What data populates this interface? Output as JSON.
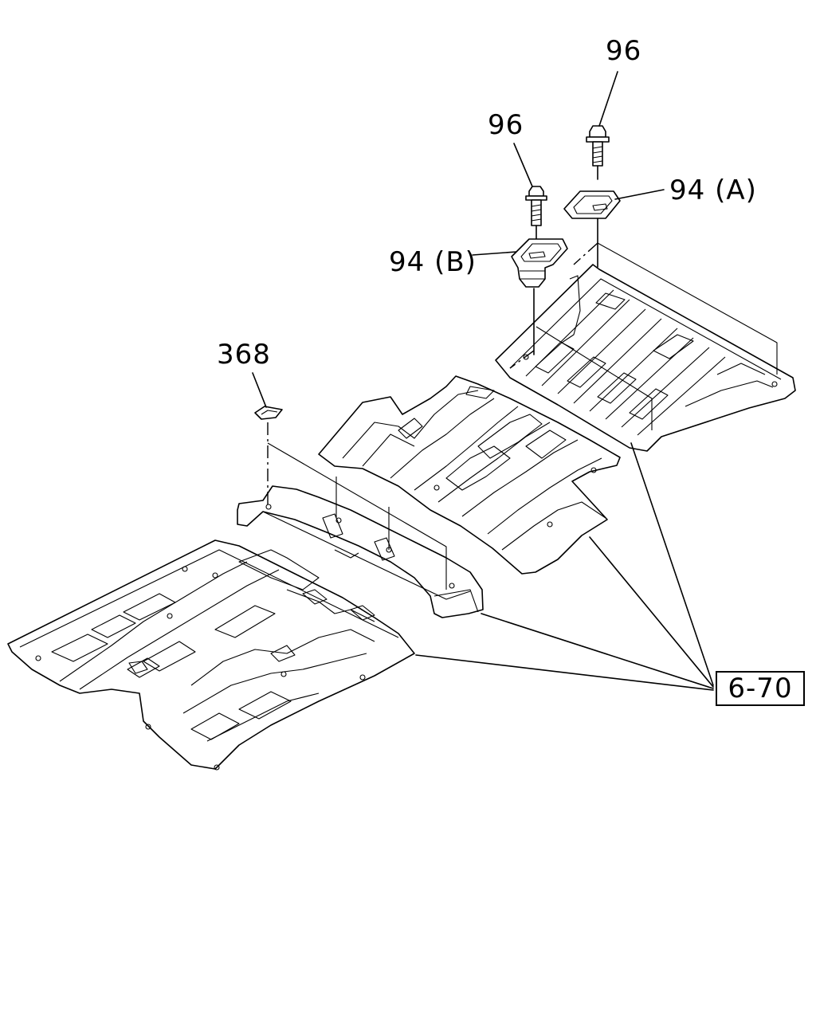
{
  "labels": {
    "bolt_upper": "96",
    "bolt_lower": "96",
    "bracket_a": "94 (A)",
    "bracket_b": "94 (B)",
    "clip": "368",
    "reference": "6-70"
  }
}
